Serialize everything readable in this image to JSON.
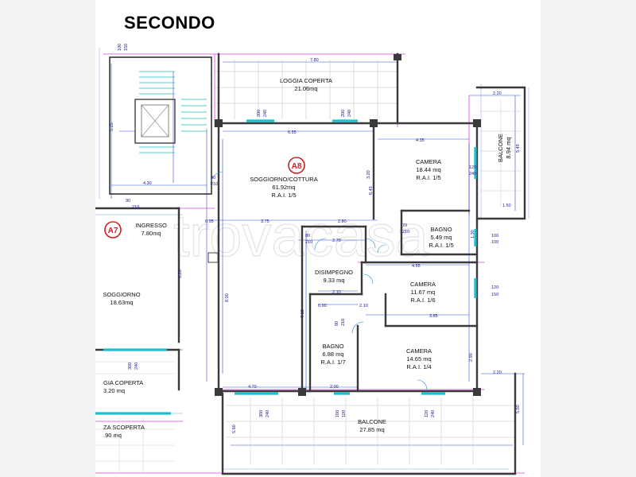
{
  "title": "SECONDO",
  "watermark": "trovacasa",
  "units": [
    {
      "id": "A8",
      "color": "#d02020"
    },
    {
      "id": "A7",
      "color": "#d02020"
    }
  ],
  "rooms": {
    "loggia_coperta": {
      "name": "LOGGIA COPERTA",
      "area": "21.06mq"
    },
    "balcone_right": {
      "name": "BALCONE",
      "area": "8.94 mq"
    },
    "camera_1": {
      "name": "CAMERA",
      "area": "18.44 mq",
      "rai": "R.A.I. 1/5"
    },
    "soggiorno_cottura": {
      "name": "SOGGIORNO/COTTURA",
      "area": "61.92mq",
      "rai": "R.A.I. 1/5"
    },
    "bagno_1": {
      "name": "BAGNO",
      "area": "5.49 mq",
      "rai": "R.A.I. 1/5"
    },
    "ingresso": {
      "name": "INGRESSO",
      "area": "7.80mq"
    },
    "disimpegno": {
      "name": "DISIMPEGNO",
      "area": "9.33 mq"
    },
    "camera_2": {
      "name": "CAMERA",
      "area": "11.67 mq",
      "rai": "R.A.I. 1/6"
    },
    "soggiorno_a7": {
      "name": "SOGGIORNO",
      "area": "18.63mq"
    },
    "bagno_2": {
      "name": "BAGNO",
      "area": "6.88 mq",
      "rai": "R.A.I. 1/7"
    },
    "camera_3": {
      "name": "CAMERA",
      "area": "14.65 mq",
      "rai": "R.A.I. 1/4"
    },
    "loggia_coperta_a7": {
      "name": "GIA COPERTA",
      "area": "3.20 mq"
    },
    "balcone_bottom": {
      "name": "BALCONE",
      "area": "27.85 mq"
    },
    "terrazza_scoperta": {
      "name": "ZA SCOPERTA",
      "area": ".90 mq"
    }
  },
  "dimensions": {
    "d780": "7.80",
    "d220a": "2.20",
    "d220b": "2.20",
    "d549": "5.49",
    "d655": "6.55",
    "d435": "4.35",
    "d430": "4.30",
    "d375": "3.75",
    "d280": "2.80",
    "d095": "0.95",
    "d270": "2.70",
    "d455": "4.55",
    "d385": "3.85",
    "d470": "4.70",
    "d200": "2.00",
    "d210a": "2.10",
    "d210b": "2.10",
    "d090": "0.90",
    "d800": "8.00",
    "d620": "6.20",
    "d715": "7.15",
    "d645": "6.45",
    "d320": "3.20",
    "d290": "2.90",
    "d550": "5.50",
    "d130": "1.30",
    "d560": "5.60",
    "d525": "5.25",
    "d150": "1.50",
    "w100_150": "100",
    "w150": "150",
    "w200a": "200",
    "w240a": "240",
    "w200b": "200",
    "w240b": "240",
    "w90": "90",
    "w210a": "210",
    "w90b": "90",
    "w210b": "210",
    "w120": "120",
    "w240c": "240",
    "w70": "70",
    "w210c": "210",
    "w80a": "80",
    "w210d": "210",
    "w100a": "100",
    "w100b": "100",
    "w120b": "120",
    "w150b": "150",
    "w80b": "80",
    "w210e": "210",
    "w300a": "300",
    "w240d": "240",
    "w300b": "300",
    "w240e": "240",
    "w100c": "100",
    "w100d": "100",
    "w120c": "120",
    "w240f": "240"
  }
}
